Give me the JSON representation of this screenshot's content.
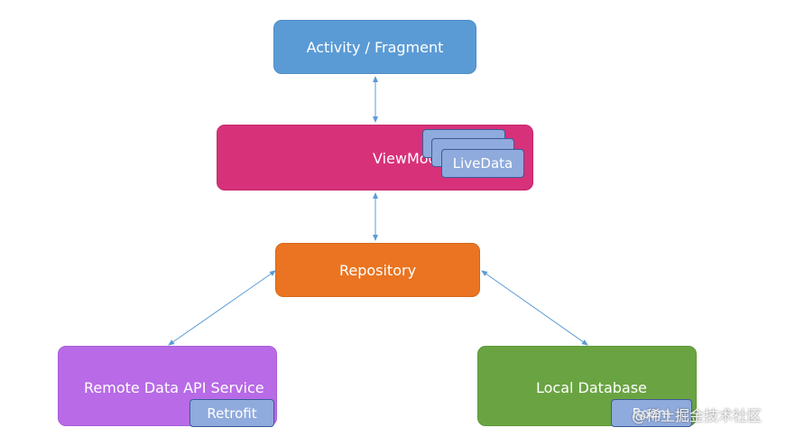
{
  "nodes": {
    "activity": "Activity / Fragment",
    "viewmodel": "ViewModel",
    "livedata": "LiveData",
    "repository": "Repository",
    "remote": "Remote Data API Service",
    "retrofit": "Retrofit",
    "local": "Local Database",
    "room": "Room"
  },
  "watermark": "@稀土掘金技术社区",
  "colors": {
    "activity": "#5b9bd5",
    "viewmodel": "#d7317a",
    "repository": "#ea7421",
    "remote": "#b86ae7",
    "local": "#6aa442",
    "chip": "#8faadc",
    "arrow": "#5b9bd5"
  },
  "edges": [
    {
      "from": "activity",
      "to": "viewmodel"
    },
    {
      "from": "viewmodel",
      "to": "repository"
    },
    {
      "from": "repository",
      "to": "remote"
    },
    {
      "from": "repository",
      "to": "local"
    }
  ]
}
